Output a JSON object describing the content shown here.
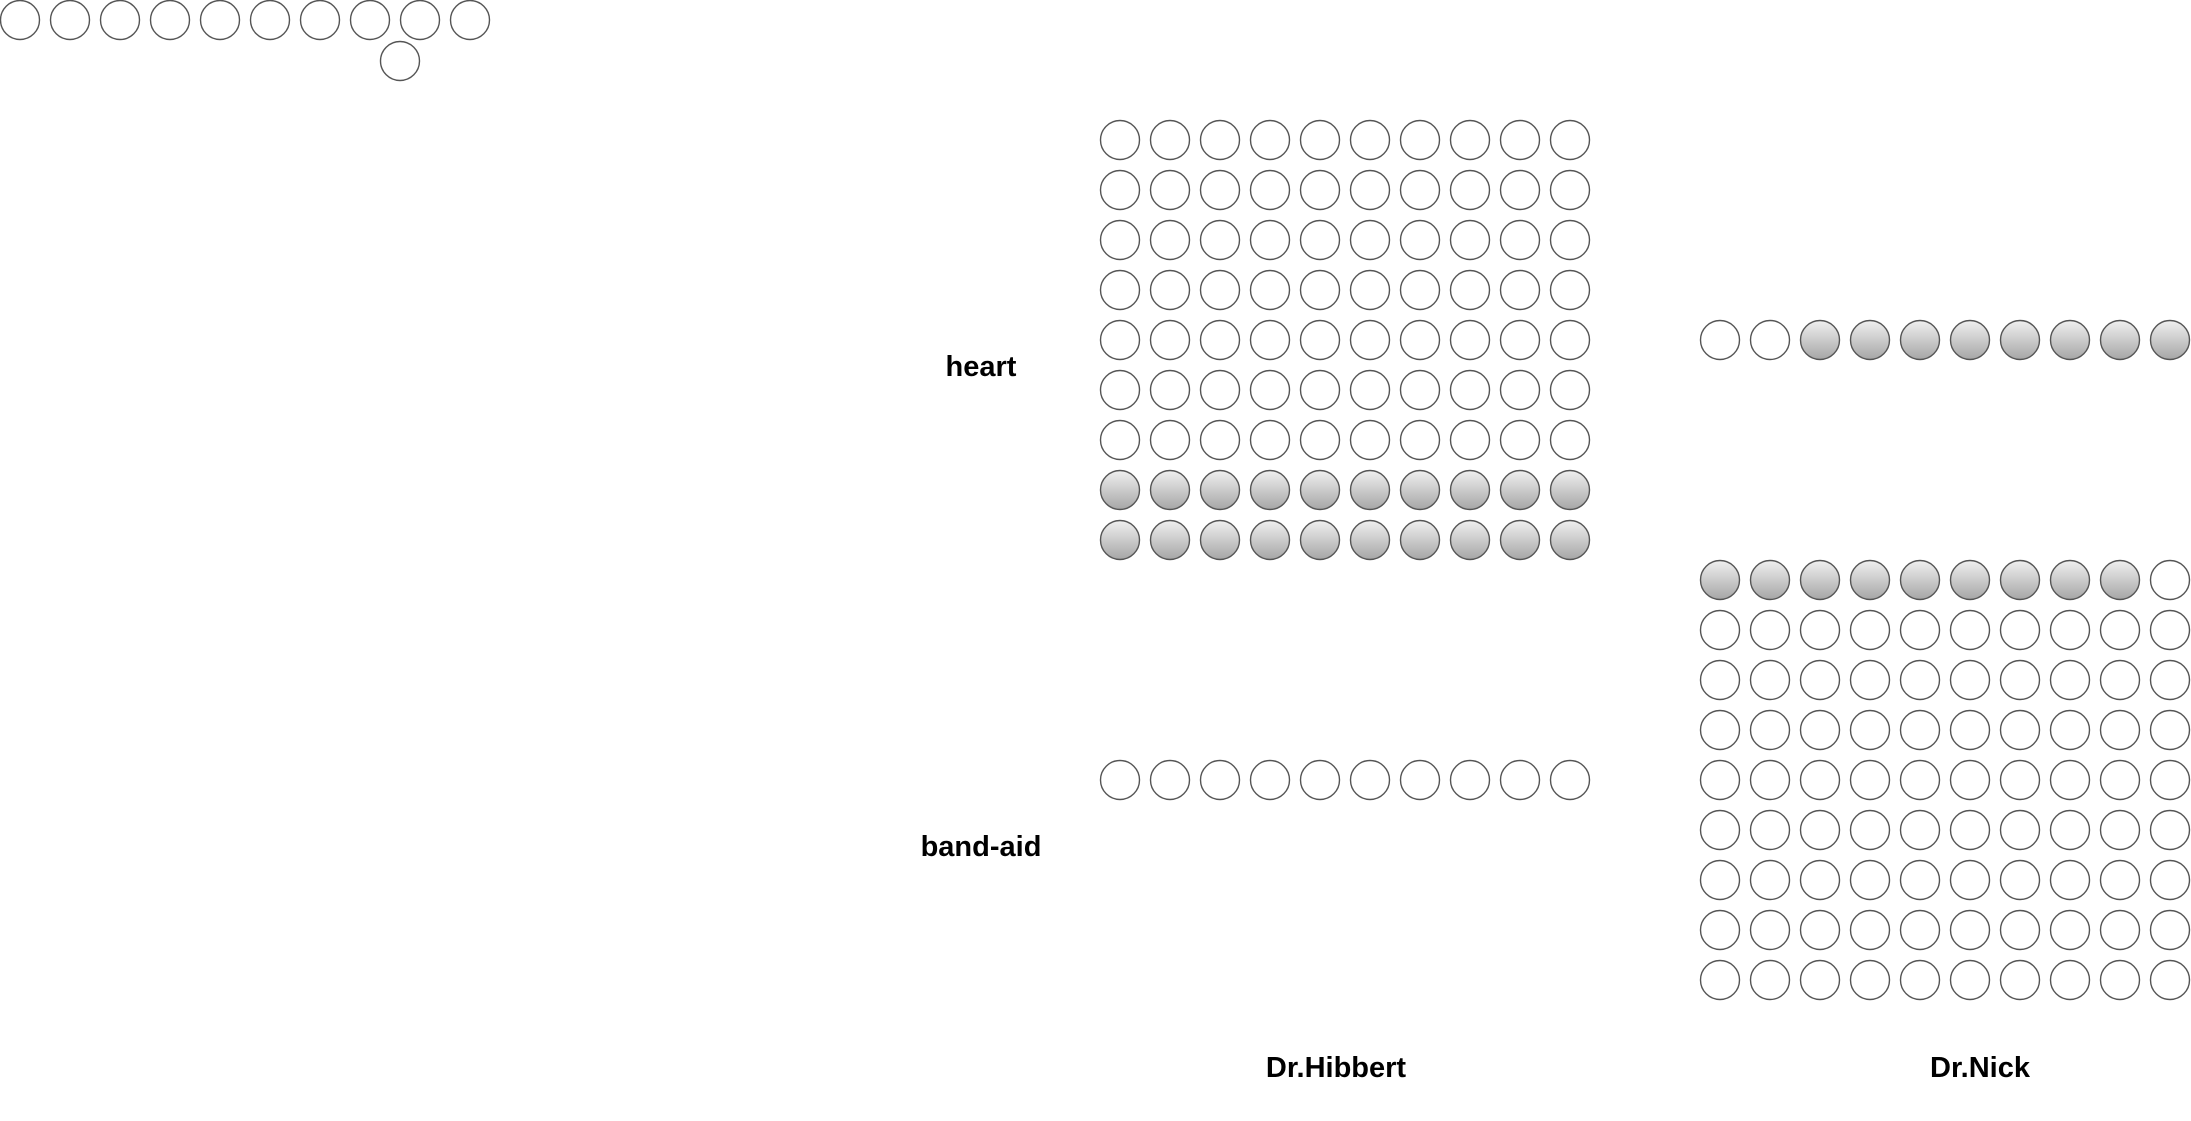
{
  "labels": {
    "row_heart": "heart",
    "row_bandaid": "band-aid",
    "col_hibbert": "Dr.Hibbert",
    "col_nick": "Dr.Nick"
  },
  "colors": {
    "outline": "#555555",
    "empty_fill": "#ffffff",
    "filled_top": "#f0f0f0",
    "filled_bottom": "#a6a6a6"
  },
  "cells": [
    {
      "row": "heart",
      "column": "Dr.Hibbert",
      "total": 90,
      "shaded": 20,
      "shaded_position": "last"
    },
    {
      "row": "heart",
      "column": "Dr.Nick",
      "total": 10,
      "shaded": 8,
      "shaded_position": "last"
    },
    {
      "row": "band-aid",
      "column": "Dr.Hibbert",
      "total": 10,
      "shaded": 0,
      "shaded_position": "last"
    },
    {
      "row": "band-aid",
      "column": "Dr.Nick",
      "total": 90,
      "shaded": 9,
      "shaded_position": "first"
    }
  ],
  "key": {
    "total": 11,
    "shaded": 0
  }
}
